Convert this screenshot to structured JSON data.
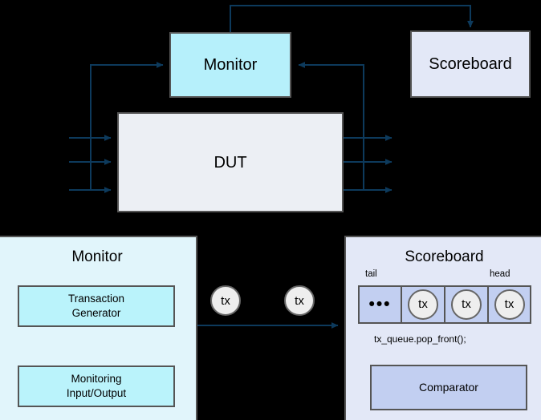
{
  "diagram": {
    "title": "Monitor / DUT / Scoreboard verification environment",
    "colors": {
      "background": "#000000",
      "monitor_fill": "#b6f0fb",
      "monitor_panel_fill": "#e1f5fb",
      "monitor_inner_fill": "#baf3fb",
      "dut_fill": "#eceff4",
      "scoreboard_fill": "#e3e8f7",
      "queue_cell_fill": "#c2cff1",
      "comparator_fill": "#c2cff1",
      "tx_circle_fill": "#eeeeee",
      "edge_stroke": "#0d3a5c",
      "arrow_black": "#000000",
      "box_border": "#555555"
    }
  },
  "top": {
    "monitor_label": "Monitor",
    "dut_label": "DUT",
    "scoreboard_label": "Scoreboard"
  },
  "bottom": {
    "monitor_panel": {
      "title": "Monitor",
      "blocks": [
        {
          "label": "Transaction\nGenerator",
          "line1": "Transaction",
          "line2": "Generator"
        },
        {
          "label": "Monitoring\nInput/Output",
          "line1": "Monitoring",
          "line2": "Input/Output"
        }
      ]
    },
    "gap": {
      "floating_transactions": [
        {
          "label": "tx"
        },
        {
          "label": "tx"
        }
      ]
    },
    "scoreboard_panel": {
      "title": "Scoreboard",
      "queue_labels": {
        "tail": "tail",
        "head": "head"
      },
      "queue_cells": [
        {
          "kind": "ellipsis",
          "label": "•••"
        },
        {
          "kind": "transaction",
          "label": "tx"
        },
        {
          "kind": "transaction",
          "label": "tx"
        },
        {
          "kind": "transaction",
          "label": "tx"
        }
      ],
      "pop_front_label": "tx_queue.pop_front();",
      "comparator_label": "Comparator"
    }
  }
}
